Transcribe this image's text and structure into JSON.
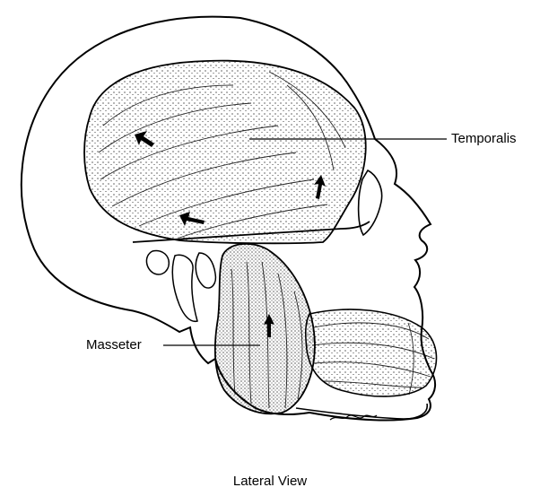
{
  "figure": {
    "labels": {
      "temporalis": "Temporalis",
      "masseter": "Masseter"
    },
    "caption": "Lateral View",
    "line_color": "#000000",
    "background": "#ffffff"
  }
}
